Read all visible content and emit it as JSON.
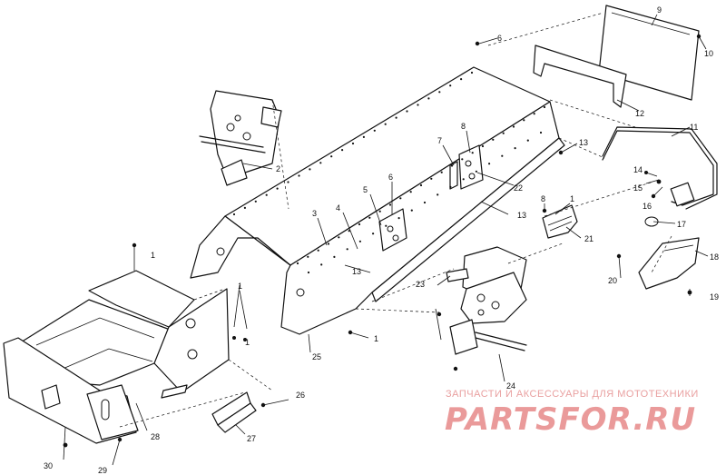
{
  "callouts": [
    {
      "id": "6a",
      "text": "6"
    },
    {
      "id": "9",
      "text": "9"
    },
    {
      "id": "10",
      "text": "10"
    },
    {
      "id": "12",
      "text": "12"
    },
    {
      "id": "2",
      "text": "2"
    },
    {
      "id": "11",
      "text": "11"
    },
    {
      "id": "13a",
      "text": "13"
    },
    {
      "id": "8a",
      "text": "8"
    },
    {
      "id": "7",
      "text": "7"
    },
    {
      "id": "22",
      "text": "22"
    },
    {
      "id": "14",
      "text": "14"
    },
    {
      "id": "15",
      "text": "15"
    },
    {
      "id": "16",
      "text": "16"
    },
    {
      "id": "17",
      "text": "17"
    },
    {
      "id": "6b",
      "text": "6"
    },
    {
      "id": "5",
      "text": "5"
    },
    {
      "id": "4",
      "text": "4"
    },
    {
      "id": "3",
      "text": "3"
    },
    {
      "id": "8b",
      "text": "8"
    },
    {
      "id": "1a",
      "text": "1"
    },
    {
      "id": "13b",
      "text": "13"
    },
    {
      "id": "21",
      "text": "21"
    },
    {
      "id": "13c",
      "text": "13"
    },
    {
      "id": "1b",
      "text": "1"
    },
    {
      "id": "18",
      "text": "18"
    },
    {
      "id": "20",
      "text": "20"
    },
    {
      "id": "19",
      "text": "19"
    },
    {
      "id": "23",
      "text": "23"
    },
    {
      "id": "1c",
      "text": "1"
    },
    {
      "id": "1d",
      "text": "1"
    },
    {
      "id": "25",
      "text": "25"
    },
    {
      "id": "1e",
      "text": "1"
    },
    {
      "id": "24",
      "text": "24"
    },
    {
      "id": "26",
      "text": "26"
    },
    {
      "id": "27",
      "text": "27"
    },
    {
      "id": "28",
      "text": "28"
    },
    {
      "id": "30",
      "text": "30"
    },
    {
      "id": "29",
      "text": "29"
    }
  ],
  "watermark": {
    "caption": "ЗАПЧАСТИ И АКСЕССУАРЫ ДЛЯ МОТОТЕХНИКИ",
    "logo": "PARTSFOR.RU"
  }
}
